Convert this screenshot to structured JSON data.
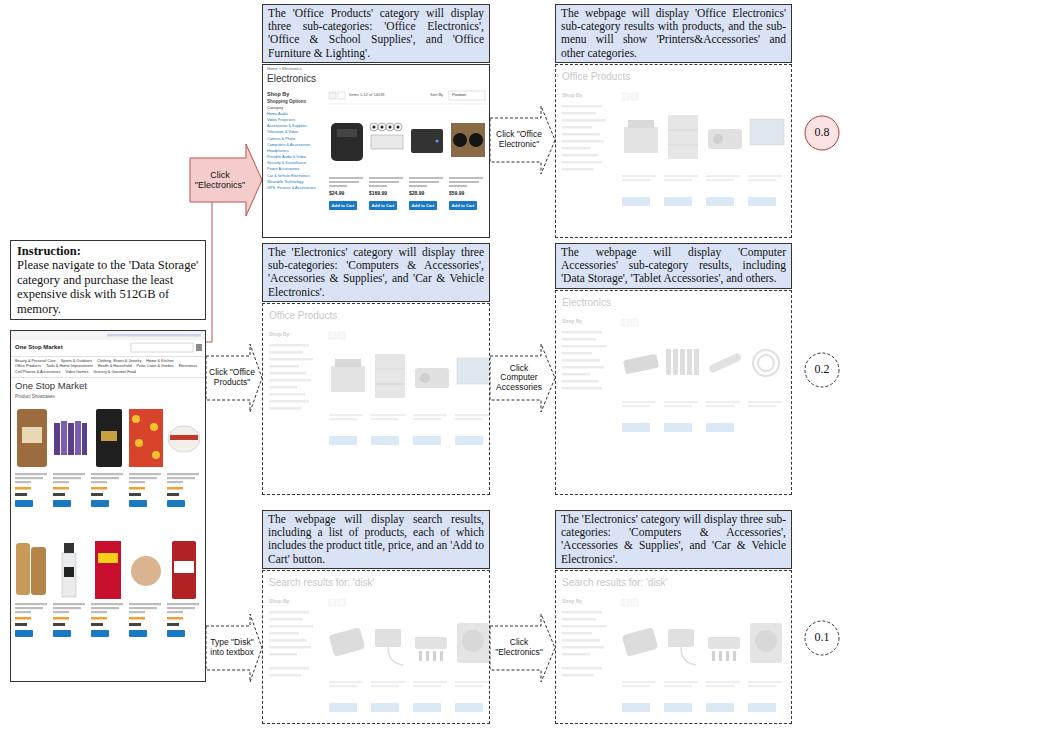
{
  "diagram": {
    "nodes": [
      {
        "text": [
          "Instruction:",
          "Please navigate to the 'Data Storage' category and purchase the least expensive disk with 512GB of memory."
        ]
      },
      {
        "text": [
          "One Stop Market",
          "Beauty & Personal Care",
          "Sports & Outdoors",
          "Clothing, Shoes & Jewelry",
          "Home & Kitchen",
          "Office Products",
          "Tools & Home Improvement",
          "Health & Household",
          "Patio, Lawn & Garden",
          "Electronics",
          "Cell Phones & Accessories",
          "Video Games",
          "Grocery & Gourmet Food",
          "One Stop Market",
          "Product Showcases"
        ]
      },
      {
        "text": [
          "The 'Office Products' category will display three sub-categories: 'Office Electronics', 'Office & School Supplies', and 'Office Furniture & Lighting'."
        ]
      },
      {
        "text": [
          "Home > Electronics",
          "Electronics",
          "Shop By",
          "Shopping Options",
          "Category",
          "Home Audio",
          "Video Projectors",
          "Accessories & Supplies",
          "Television & Video",
          "Camera & Photo",
          "Computers & Accessories",
          "Headphones",
          "Portable Audio & Video",
          "Security & Surveillance",
          "Power Accessories",
          "Car & Vehicle Electronics",
          "Wearable Technology",
          "GPS, Finance & Accessories",
          "Items 1-12 of 14039",
          "Sort By",
          "Position",
          "$24.99",
          "$169.99",
          "$28.99",
          "$59.99",
          "Add to Cart",
          "Add to Cart",
          "Add to Cart",
          "Add to Cart"
        ]
      },
      {
        "text": [
          "The webpage will display 'Office Electronics' sub-category results with products, and the sub-menu will show 'Printers&Accessories' and other categories."
        ]
      },
      {
        "text": [
          "Office Products",
          "Shop By"
        ]
      },
      {
        "text": [
          "0.8"
        ]
      },
      {
        "text": [
          "The 'Electronics' category will display three sub-categories: 'Computers & Accessories', 'Accessories & Supplies', and 'Car & Vehicle Electronics'."
        ]
      },
      {
        "text": [
          "Office Products",
          "Shop By"
        ]
      },
      {
        "text": [
          "The webpage will display 'Computer Accessories' sub-category results, including 'Data Storage', 'Tablet Accessories', and others."
        ]
      },
      {
        "text": [
          "Electronics",
          "Shop By"
        ]
      },
      {
        "text": [
          "0.2"
        ]
      },
      {
        "text": [
          "The webpage will display search results, including a list of products, each of which includes the product title, price, and an 'Add to Cart' button."
        ]
      },
      {
        "text": [
          "Search results for: 'disk'",
          "Shop By"
        ]
      },
      {
        "text": [
          "The 'Electronics' category will display three sub-categories: 'Computers & Accessories', 'Accessories & Supplies', and 'Car & Vehicle Electronics'."
        ]
      },
      {
        "text": [
          "Search results for: 'disk'",
          "Shop By"
        ]
      },
      {
        "text": [
          "0.1"
        ]
      }
    ],
    "edges": [
      {
        "from": 1,
        "to": 3,
        "arrow": "to",
        "label": "Click \"Electronics\""
      },
      {
        "from": 3,
        "to": 5,
        "arrow": "to",
        "label": "Click \"Office Electronic\""
      },
      {
        "from": 1,
        "to": 8,
        "arrow": "to",
        "label": "Click \"Office Products\""
      },
      {
        "from": 8,
        "to": 10,
        "arrow": "to",
        "label": "Click Computer Accessories"
      },
      {
        "from": 1,
        "to": 13,
        "arrow": "to",
        "label": "Type \"Disk\" into textbox"
      },
      {
        "from": 13,
        "to": 15,
        "arrow": "to",
        "label": "Click \"Electronics\""
      }
    ]
  }
}
